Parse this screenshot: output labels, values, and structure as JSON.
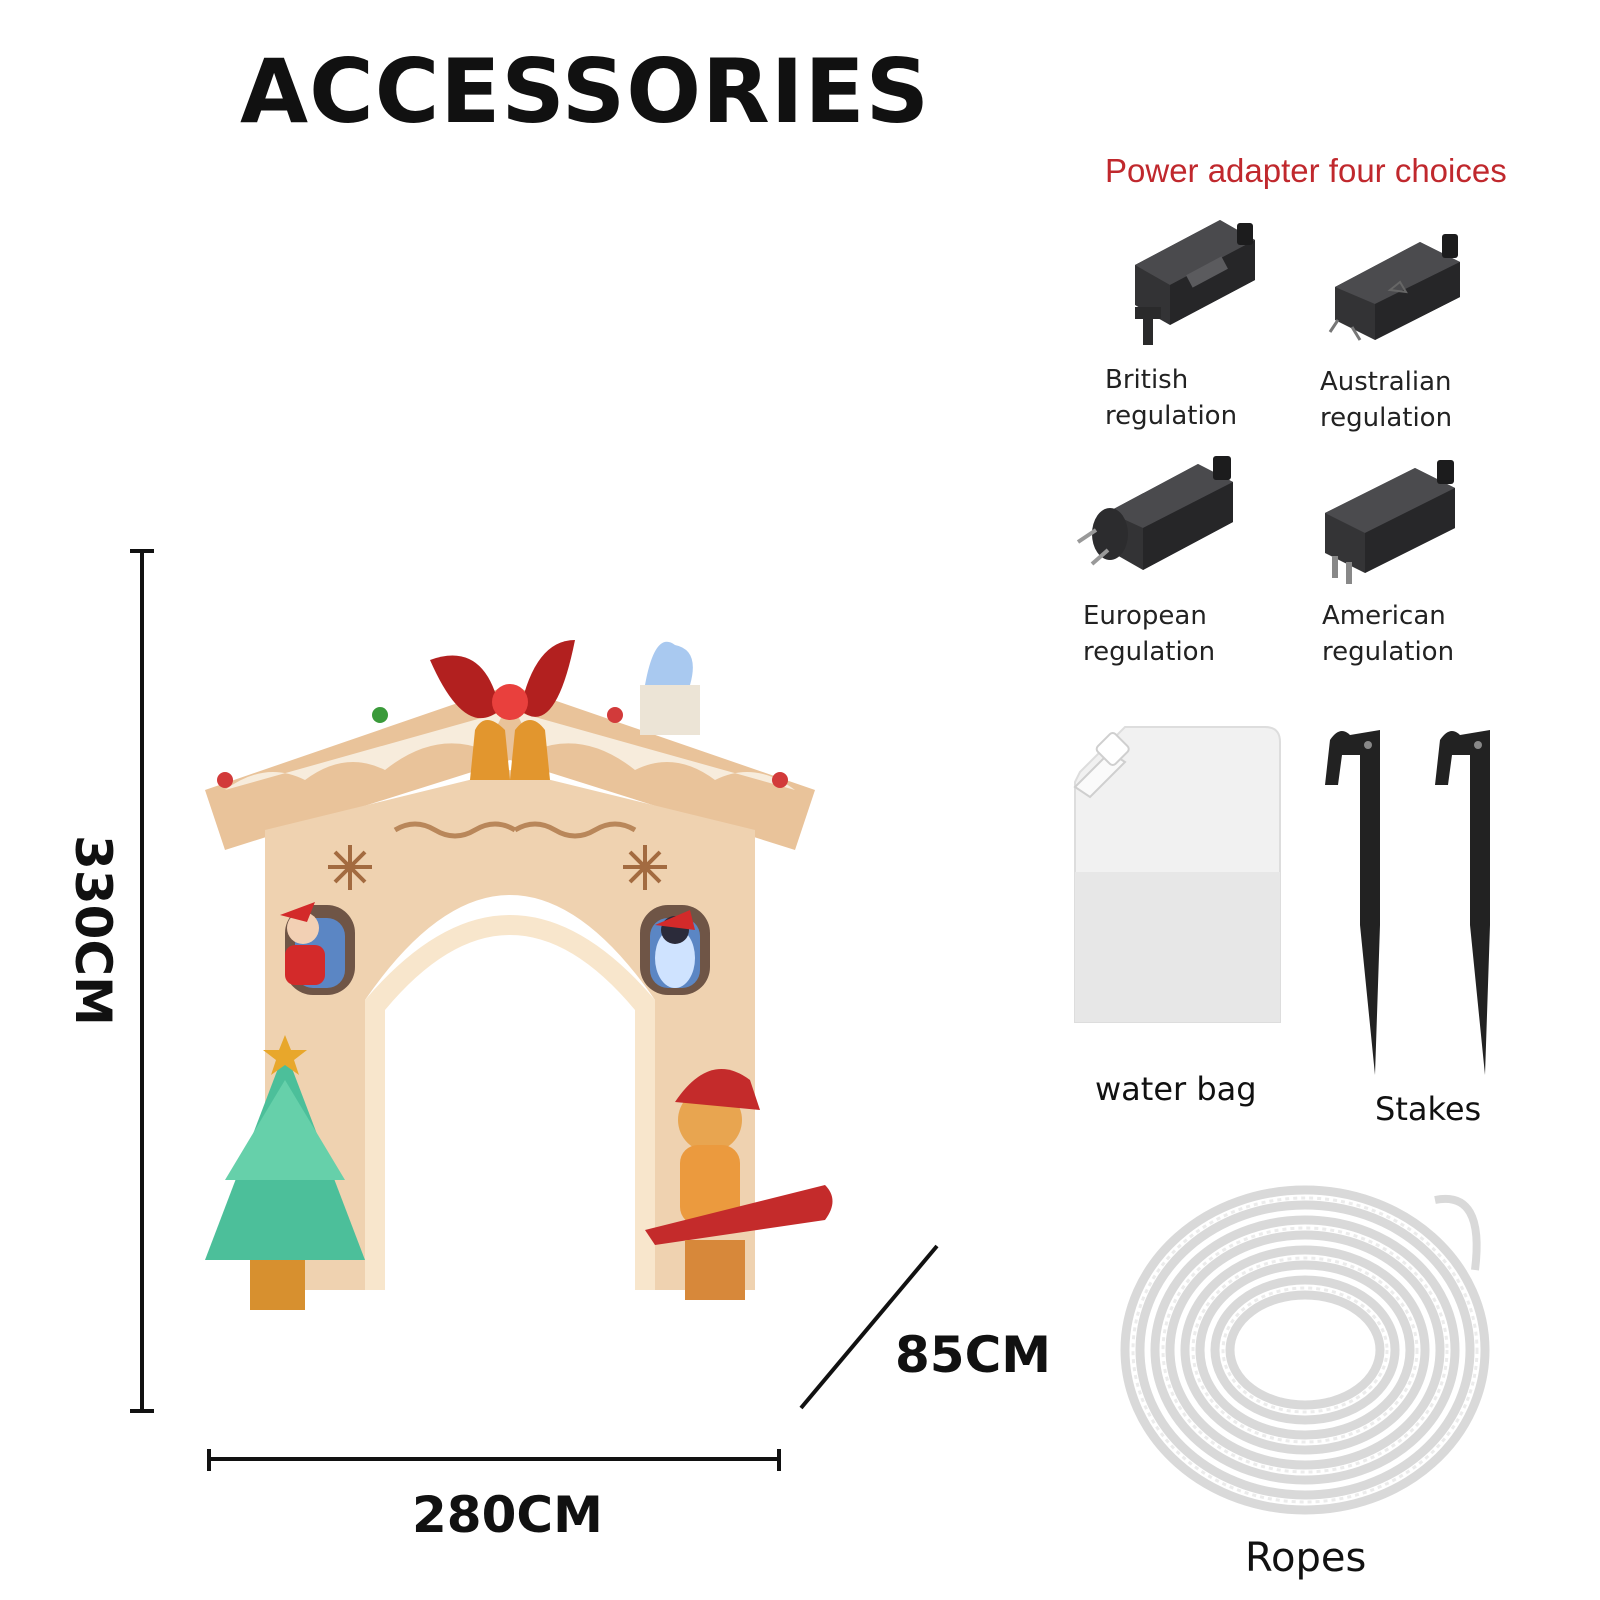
{
  "title": "ACCESSORIES",
  "adapter_heading": "Power adapter four choices",
  "adapters": [
    {
      "line1": "British",
      "line2": "regulation"
    },
    {
      "line1": "Australian",
      "line2": "regulation"
    },
    {
      "line1": "European",
      "line2": "regulation"
    },
    {
      "line1": "American",
      "line2": "regulation"
    }
  ],
  "dimensions": {
    "height": "330CM",
    "width": "280CM",
    "depth": "85CM"
  },
  "accessories": {
    "water_bag": "water bag",
    "stakes": "Stakes",
    "ropes": "Ropes"
  },
  "colors": {
    "heading_red": "#c0282d",
    "arch_body": "#efd2b0",
    "adapter_dark": "#2f2f31"
  }
}
